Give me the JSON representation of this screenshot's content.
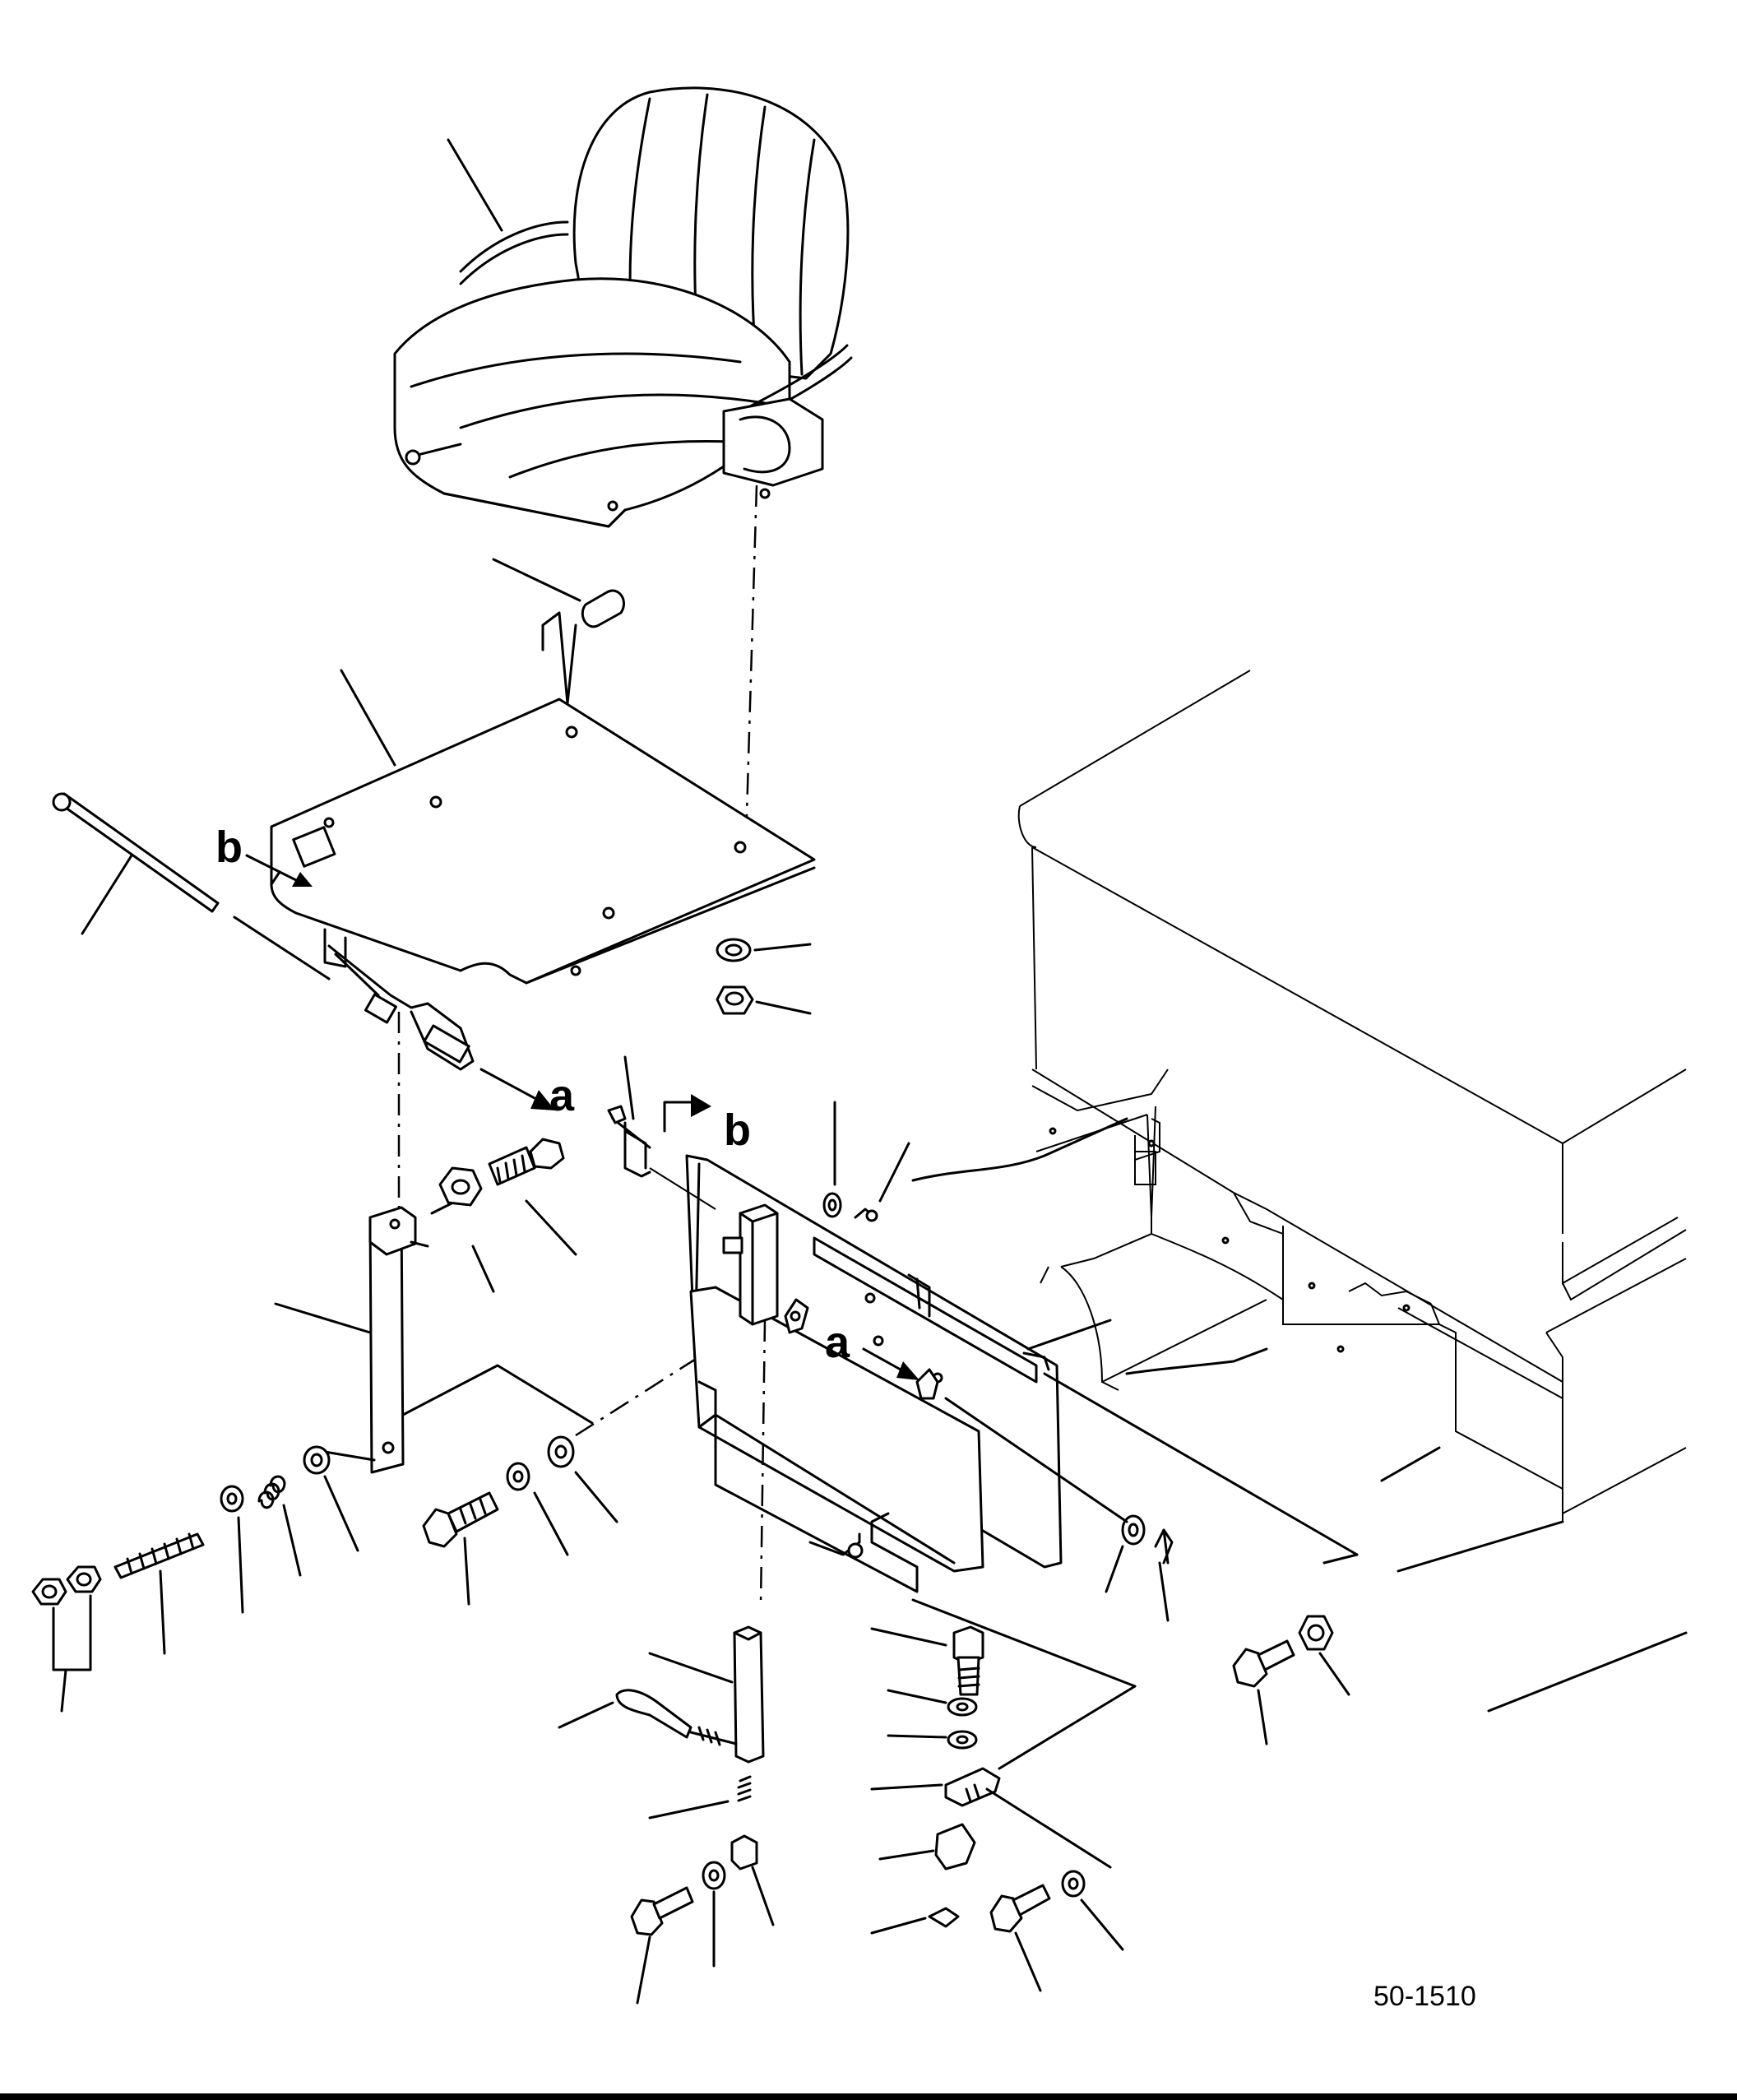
{
  "figure": {
    "reference_number": "50-1510",
    "callouts": {
      "a": "a",
      "b": "b"
    }
  }
}
